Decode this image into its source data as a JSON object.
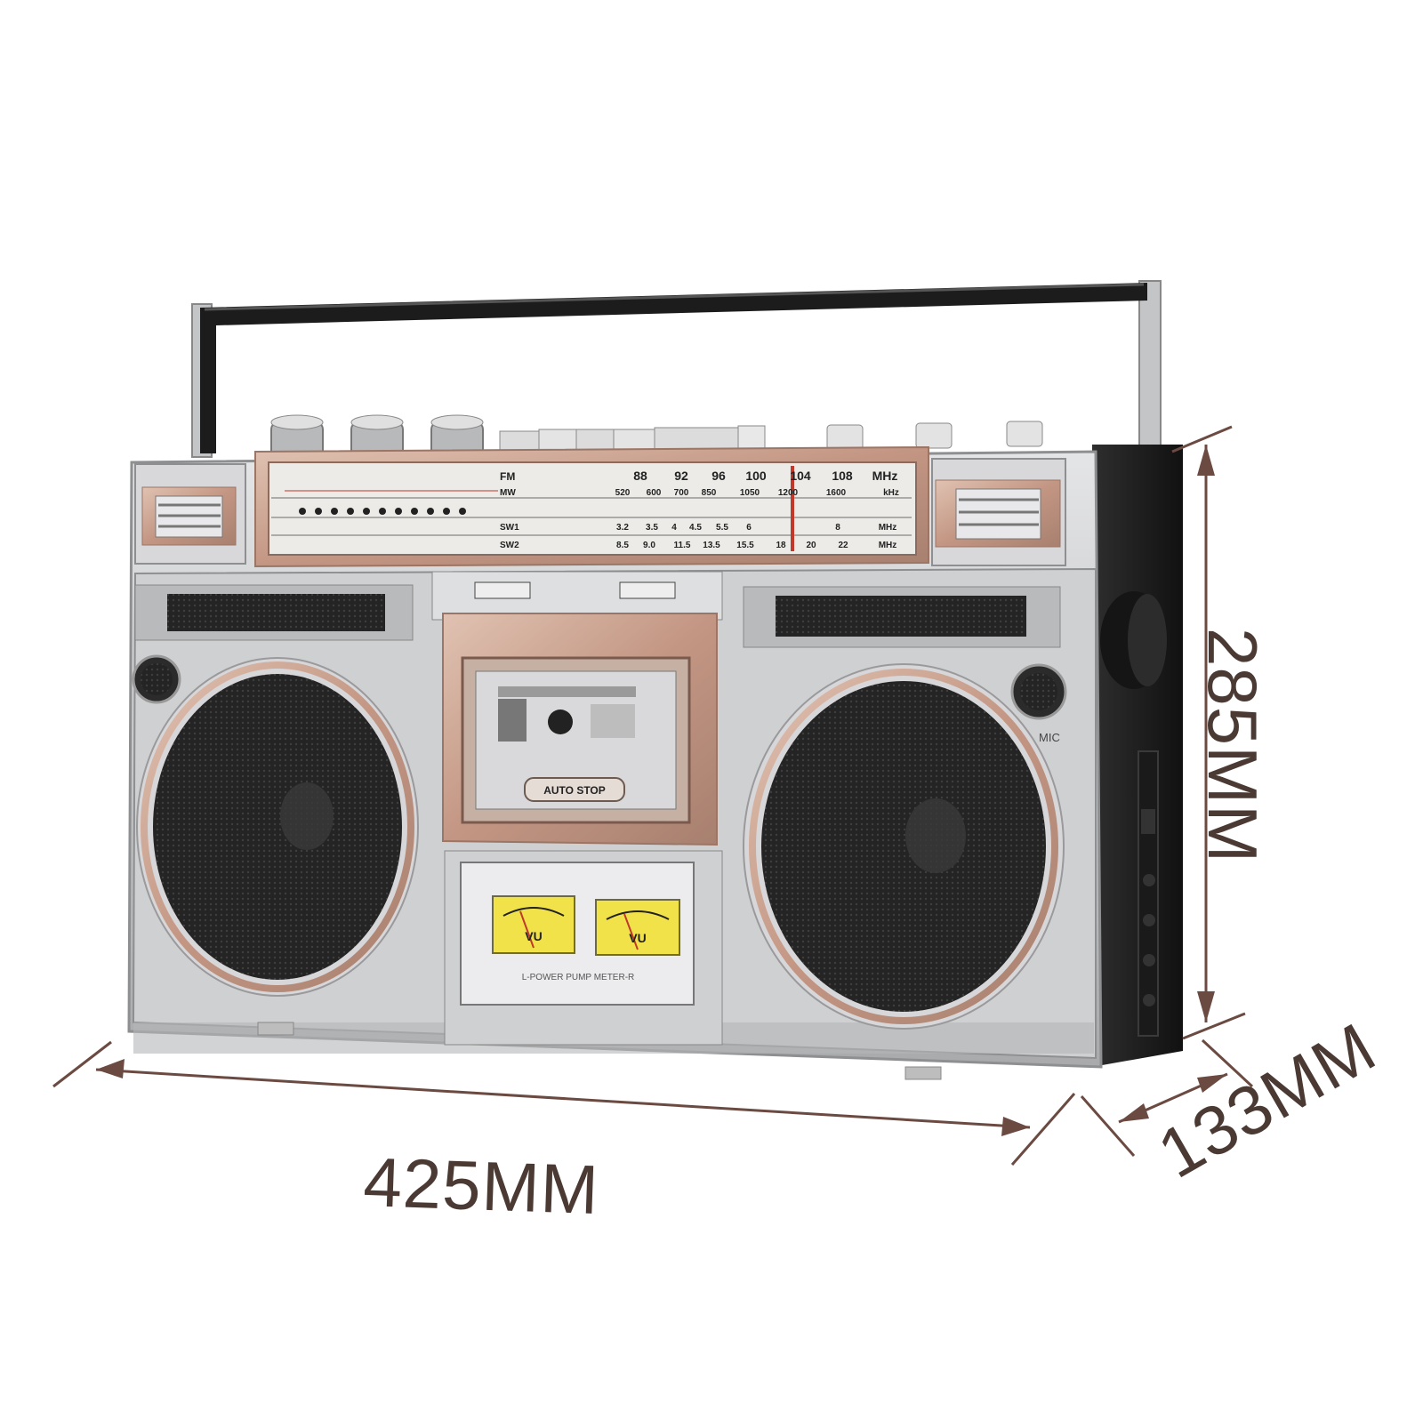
{
  "dimensions": {
    "width": "425MM",
    "height": "285MM",
    "depth": "133MM"
  },
  "tuner": {
    "bands": [
      {
        "name": "FM",
        "scale": [
          "88",
          "92",
          "96",
          "100",
          "104",
          "108"
        ],
        "unit": "MHz"
      },
      {
        "name": "MW",
        "scale": [
          "520",
          "600",
          "700",
          "850",
          "1050",
          "1200",
          "1600"
        ],
        "unit": "kHz"
      },
      {
        "name": "SW1",
        "scale": [
          "3.2",
          "3.5",
          "4",
          "4.5",
          "5.5",
          "6",
          "8"
        ],
        "unit": "MHz"
      },
      {
        "name": "SW2",
        "scale": [
          "8.5",
          "9.0",
          "11.5",
          "13.5",
          "15.5",
          "18",
          "20",
          "22"
        ],
        "unit": "MHz"
      }
    ]
  },
  "cassette": {
    "auto_stop_label": "AUTO STOP"
  },
  "meters": {
    "left_label": "VU",
    "right_label": "VU",
    "caption": "L-POWER PUMP METER-R"
  },
  "mic_label": "MIC",
  "colors": {
    "body": "#c9cacc",
    "trim": "#c9a08c",
    "speaker": "#2a2a2a",
    "handle": "#1c1c1c",
    "dimension_line": "#6b4a42",
    "vu_face": "#f2e24a"
  }
}
